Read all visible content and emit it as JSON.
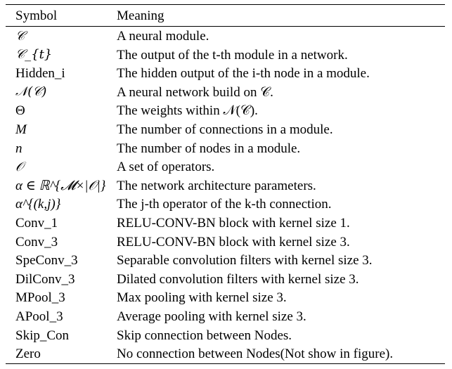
{
  "table": {
    "headers": {
      "symbol": "Symbol",
      "meaning": "Meaning"
    },
    "rows": [
      {
        "symbol": "𝒞",
        "meaning": "A neural module."
      },
      {
        "symbol": "𝒞_{t}",
        "meaning": "The output of the t-th module in a network."
      },
      {
        "symbol": "Hidden_i",
        "meaning": "The hidden output of the i-th node in a module."
      },
      {
        "symbol": "𝒩(𝒞)",
        "meaning": "A neural network build on 𝒞."
      },
      {
        "symbol": "Θ",
        "meaning": "The weights within 𝒩(𝒞)."
      },
      {
        "symbol": "M",
        "meaning": "The number of connections in a module."
      },
      {
        "symbol": "n",
        "meaning": "The number of nodes in a module."
      },
      {
        "symbol": "𝒪",
        "meaning": "A set of operators."
      },
      {
        "symbol": "α ∈ ℝ^{𝓜×|𝒪|}",
        "meaning": "The network architecture parameters."
      },
      {
        "symbol": "α^{(k,j)}",
        "meaning": "The j-th operator of the k-th connection."
      },
      {
        "symbol": "Conv_1",
        "meaning": "RELU-CONV-BN block with kernel size 1."
      },
      {
        "symbol": "Conv_3",
        "meaning": "RELU-CONV-BN block with kernel size 3."
      },
      {
        "symbol": "SpeConv_3",
        "meaning": "Separable convolution filters with kernel size 3."
      },
      {
        "symbol": "DilConv_3",
        "meaning": "Dilated convolution filters with kernel size 3."
      },
      {
        "symbol": "MPool_3",
        "meaning": "Max pooling with kernel size 3."
      },
      {
        "symbol": "APool_3",
        "meaning": "Average pooling with kernel size 3."
      },
      {
        "symbol": "Skip_Con",
        "meaning": "Skip connection between Nodes."
      },
      {
        "symbol": "Zero",
        "meaning": "No connection between Nodes(Not show in figure)."
      }
    ]
  }
}
